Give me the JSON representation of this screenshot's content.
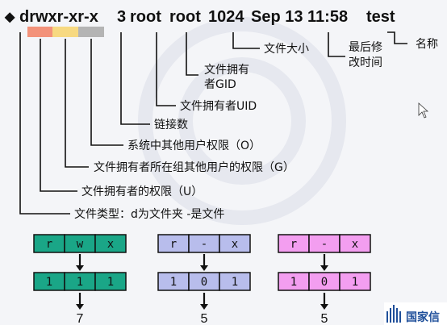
{
  "header": {
    "bullet": "◆",
    "permissions": "drwxr-xr-x",
    "links": "3",
    "owner": "root",
    "group": "root",
    "size": "1024",
    "date": "Sep 13 11:58",
    "name": "test"
  },
  "labels": {
    "name": "名称",
    "mtime_1": "最后修",
    "mtime_2": "改时间",
    "size": "文件大小",
    "gid_1": "文件拥有",
    "gid_2": "者GID",
    "uid": "文件拥有者UID",
    "links": "链接数",
    "other_perm": "系统中其他用户权限（O）",
    "group_perm": "文件拥有者所在组其他用户的权限（G）",
    "owner_perm": "文件拥有者的权限（U）",
    "type": "文件类型：d为文件夹  -是文件"
  },
  "colors": {
    "owner": "#f3927a",
    "group": "#f7d981",
    "other": "#b4b4b4",
    "owner_cells": "#1aa687",
    "group_cells": "#b8bdec",
    "other_cells": "#f39ef0",
    "brand": "#1f4f9a"
  },
  "groups": [
    {
      "perm": [
        "r",
        "w",
        "x"
      ],
      "bits": [
        "1",
        "1",
        "1"
      ],
      "value": "7"
    },
    {
      "perm": [
        "r",
        "-",
        "x"
      ],
      "bits": [
        "1",
        "0",
        "1"
      ],
      "value": "5"
    },
    {
      "perm": [
        "r",
        "-",
        "x"
      ],
      "bits": [
        "1",
        "0",
        "1"
      ],
      "value": "5"
    }
  ],
  "brand": {
    "text": "国家信"
  }
}
